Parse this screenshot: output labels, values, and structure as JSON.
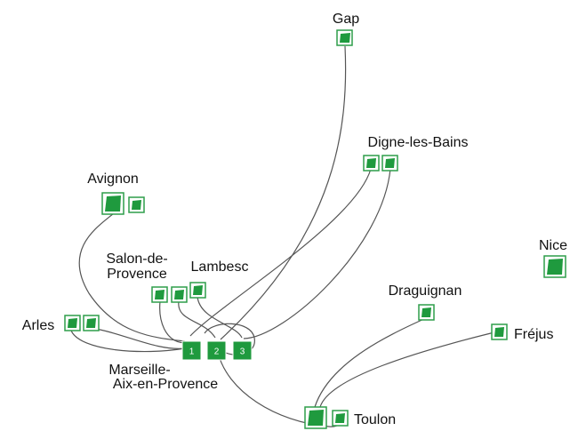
{
  "diagram": {
    "colors": {
      "node_green": "#1f9a3e",
      "node_border": "#2e9e4a",
      "edge": "#555555",
      "text": "#111111"
    },
    "cities": {
      "gap": "Gap",
      "digne": "Digne-les-Bains",
      "avignon": "Avignon",
      "salon_line1": "Salon-de-",
      "salon_line2": "Provence",
      "lambesc": "Lambesc",
      "nice": "Nice",
      "draguignan": "Draguignan",
      "arles": "Arles",
      "frejus": "Fréjus",
      "marseille_line1": "Marseille-",
      "marseille_line2": "Aix-en-Provence",
      "toulon": "Toulon"
    },
    "hub_numbers": [
      "1",
      "2",
      "3"
    ]
  }
}
